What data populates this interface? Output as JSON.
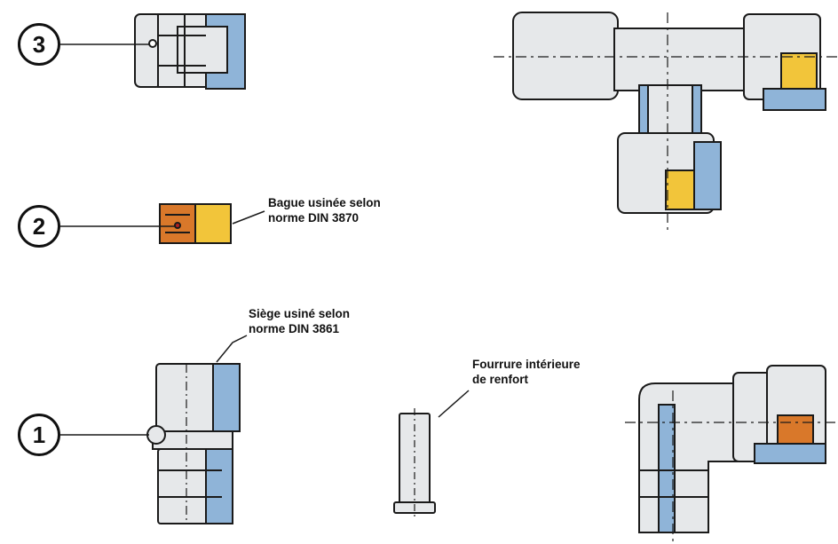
{
  "callouts": {
    "one": "1",
    "two": "2",
    "three": "3"
  },
  "labels": {
    "ring_line1": "Bague usinée selon",
    "ring_line2": "norme DIN 3870",
    "seat_line1": "Siège usiné selon",
    "seat_line2": "norme DIN 3861",
    "sleeve_line1": "Fourrure intérieure",
    "sleeve_line2": "de renfort"
  },
  "colors": {
    "body_fill": "#e6e8ea",
    "section_blue": "#8fb4d8",
    "ring_yellow": "#f2c53a",
    "ring_orange": "#d9782a",
    "outline": "#1a1a1a"
  }
}
